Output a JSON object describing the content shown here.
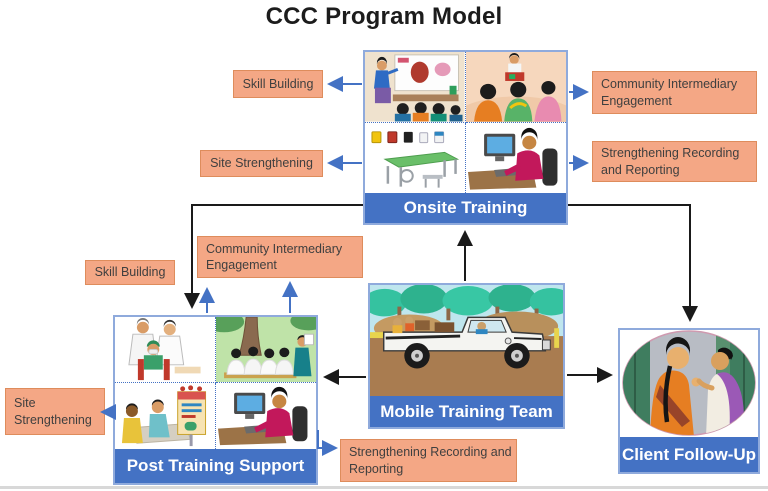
{
  "title": "CCC Program Model",
  "blocks": {
    "onsite": {
      "label": "Onsite Training"
    },
    "mobile": {
      "label": "Mobile Training Team"
    },
    "post": {
      "label": "Post Training Support"
    },
    "client": {
      "label": "Client Follow-Up"
    }
  },
  "onsite_annotations": {
    "skill_building": "Skill Building",
    "site_strengthening": "Site Strengthening",
    "community_intermediary": "Community Intermediary Engagement",
    "recording_reporting": "Strengthening Recording and Reporting"
  },
  "post_annotations": {
    "skill_building": "Skill Building",
    "site_strengthening": "Site Strengthening",
    "community_intermediary": "Community Intermediary Engagement",
    "recording_reporting": "Strengthening Recording and Reporting"
  },
  "colors": {
    "caption_bar_blue": "#4472C4",
    "block_border_blue": "#8FAADC",
    "annotation_fill": "#F4A785",
    "annotation_border": "#DE8C5C",
    "arrow_black": "#1A1A1A",
    "arrow_blue": "#4472C4",
    "text_dark": "#3F3F3F"
  }
}
